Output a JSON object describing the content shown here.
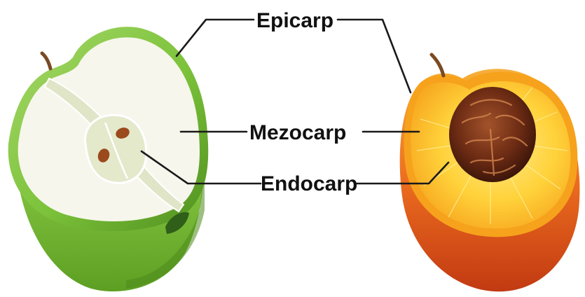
{
  "labels": {
    "epicarp": "Epicarp",
    "mezocarp": "Mezocarp",
    "endocarp": "Endocarp"
  },
  "colors": {
    "apple_skin": "#7cc23a",
    "apple_skin_dark": "#4f8f1f",
    "apple_flesh": "#f6f6ec",
    "apple_core": "#dfe5c6",
    "seed": "#9a4a1c",
    "peach_skin": "#e0521a",
    "peach_skin_light": "#f39a1e",
    "peach_flesh": "#ffd23a",
    "peach_pit": "#5a2412",
    "peach_pit_light": "#8a3f1e",
    "stem": "#7a4a22",
    "label_text": "#111111"
  }
}
